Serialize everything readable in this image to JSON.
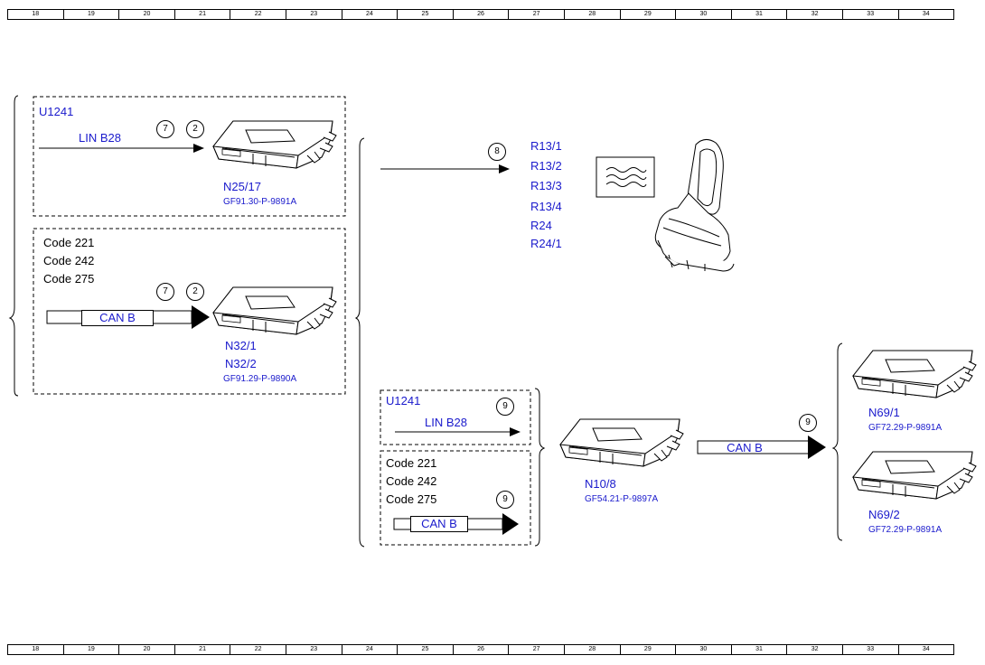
{
  "grid": {
    "cells": [
      "18",
      "19",
      "20",
      "21",
      "22",
      "23",
      "24",
      "25",
      "26",
      "27",
      "28",
      "29",
      "30",
      "31",
      "32",
      "33",
      "34"
    ]
  },
  "labels": {
    "u1241": "U1241",
    "lin_b28": "LIN B28",
    "can_b": "CAN B",
    "code_221": "Code 221",
    "code_242": "Code 242",
    "code_275": "Code 275",
    "n25_17": "N25/17",
    "gf_n25_17": "GF91.30-P-9891A",
    "n32_1": "N32/1",
    "n32_2": "N32/2",
    "gf_n32": "GF91.29-P-9890A",
    "n10_8": "N10/8",
    "gf_n10_8": "GF54.21-P-9897A",
    "n69_1": "N69/1",
    "gf_n69_1": "GF72.29-P-9891A",
    "n69_2": "N69/2",
    "gf_n69_2": "GF72.29-P-9891A",
    "r13_1": "R13/1",
    "r13_2": "R13/2",
    "r13_3": "R13/3",
    "r13_4": "R13/4",
    "r24": "R24",
    "r24_1": "R24/1"
  },
  "circles": {
    "c7": "7",
    "c2": "2",
    "c8": "8",
    "c9": "9"
  },
  "colors": {
    "label_blue": "#1a1acc",
    "line": "#000000"
  },
  "icons": [
    "control-unit-icon",
    "heater-mat-icon",
    "seat-icon"
  ]
}
